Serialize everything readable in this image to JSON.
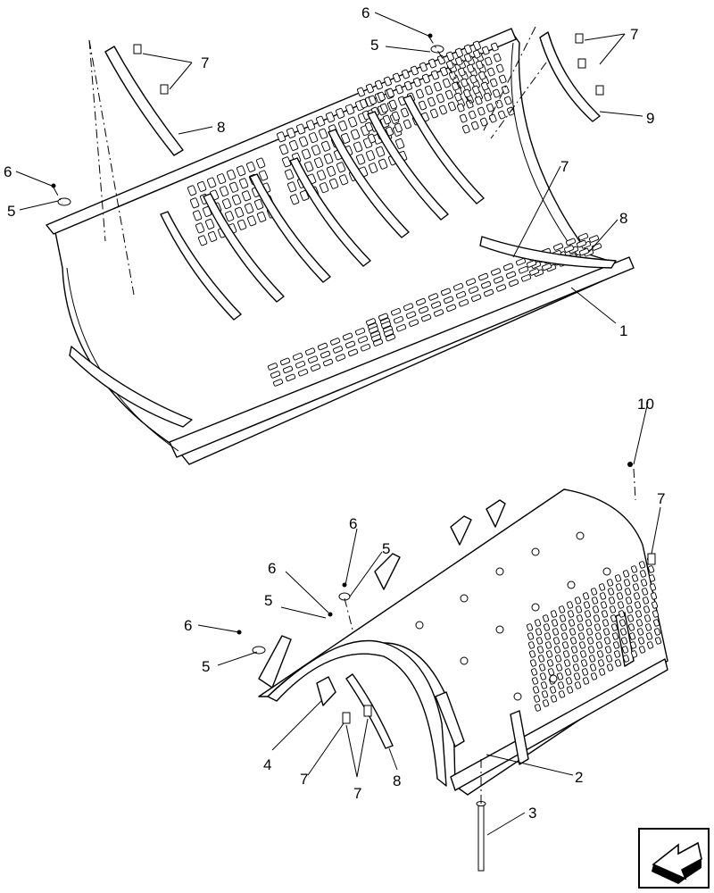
{
  "callouts": [
    {
      "id": "c1",
      "text": "1"
    },
    {
      "id": "c2",
      "text": "2"
    },
    {
      "id": "c3",
      "text": "3"
    },
    {
      "id": "c4",
      "text": "4"
    },
    {
      "id": "c5a",
      "text": "5"
    },
    {
      "id": "c5b",
      "text": "5"
    },
    {
      "id": "c5c",
      "text": "5"
    },
    {
      "id": "c5d",
      "text": "5"
    },
    {
      "id": "c5e",
      "text": "5"
    },
    {
      "id": "c6a",
      "text": "6"
    },
    {
      "id": "c6b",
      "text": "6"
    },
    {
      "id": "c6c",
      "text": "6"
    },
    {
      "id": "c6d",
      "text": "6"
    },
    {
      "id": "c6e",
      "text": "6"
    },
    {
      "id": "c7a",
      "text": "7"
    },
    {
      "id": "c7b",
      "text": "7"
    },
    {
      "id": "c7c",
      "text": "7"
    },
    {
      "id": "c7d",
      "text": "7"
    },
    {
      "id": "c7e",
      "text": "7"
    },
    {
      "id": "c7f",
      "text": "7"
    },
    {
      "id": "c8a",
      "text": "8"
    },
    {
      "id": "c8b",
      "text": "8"
    },
    {
      "id": "c8c",
      "text": "8"
    },
    {
      "id": "c9",
      "text": "9"
    },
    {
      "id": "c10",
      "text": "10"
    }
  ],
  "icons": {
    "nav": "next-page-arrow-icon"
  }
}
